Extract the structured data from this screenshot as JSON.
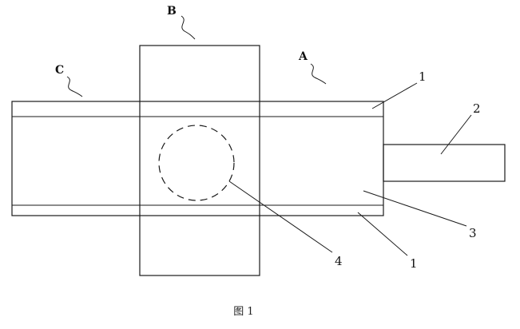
{
  "figure": {
    "caption": "图 1",
    "labels": {
      "A": "A",
      "B": "B",
      "C": "C",
      "ref1_top": "1",
      "ref2": "2",
      "ref3": "3",
      "ref1_bottom": "1",
      "ref4": "4"
    }
  }
}
